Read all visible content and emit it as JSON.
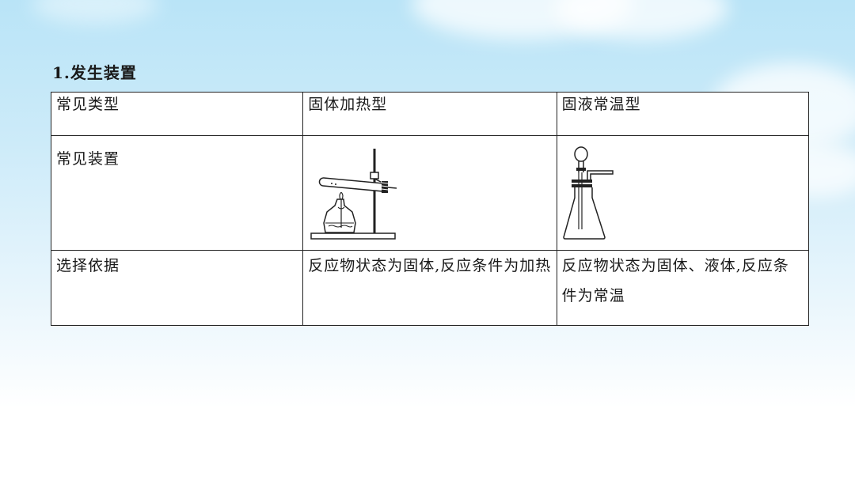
{
  "heading": "1.发生装置",
  "table": {
    "header": {
      "label": "常见类型",
      "col_solid_heating": "固体加热型",
      "col_solid_liquid": "固液常温型"
    },
    "apparatus_row": {
      "label": "常见装置",
      "solid_heating_icon": "solid-heating-apparatus",
      "solid_liquid_icon": "solid-liquid-apparatus"
    },
    "basis_row": {
      "label": "选择依据",
      "solid_heating": "反应物状态为固体,反应条件为加热",
      "solid_liquid": "反应物状态为固体、液体,反应条件为常温"
    }
  }
}
